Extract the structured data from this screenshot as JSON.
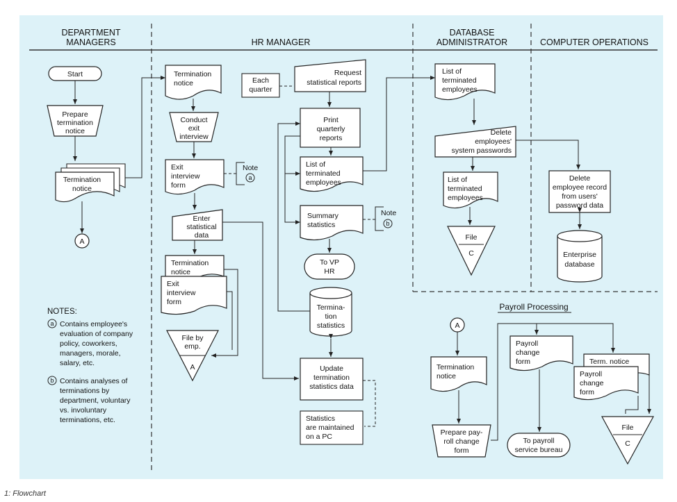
{
  "columns": {
    "dept_managers": [
      "DEPARTMENT",
      "MANAGERS"
    ],
    "hr_manager": "HR MANAGER",
    "db_admin": [
      "DATABASE",
      "ADMINISTRATOR"
    ],
    "computer_ops": "COMPUTER OPERATIONS"
  },
  "dept": {
    "start": "Start",
    "prepare": [
      "Prepare",
      "termination",
      "notice"
    ],
    "termination_notice": [
      "Termination",
      "notice"
    ],
    "connector_a": "A"
  },
  "notes": {
    "heading": "NOTES:",
    "a_marker": "a",
    "a_text": [
      "Contains employee's",
      "evaluation of company",
      "policy, coworkers,",
      "managers, morale,",
      "salary, etc."
    ],
    "b_marker": "b",
    "b_text": [
      "Contains analyses of",
      "terminations by",
      "department, voluntary",
      "vs. involuntary",
      "terminations, etc."
    ]
  },
  "hr": {
    "termination_notice": [
      "Termination",
      "notice"
    ],
    "conduct": [
      "Conduct",
      "exit",
      "interview"
    ],
    "exit_form": [
      "Exit",
      "interview",
      "form"
    ],
    "note_a": [
      "Note",
      "a"
    ],
    "enter": [
      "Enter",
      "statistical",
      "data"
    ],
    "stack_notice": [
      "Termination",
      "notice"
    ],
    "stack_exit": [
      "Exit",
      "interview",
      "form"
    ],
    "file_by_emp": [
      "File by",
      "emp.",
      "A"
    ],
    "each_quarter": [
      "Each",
      "quarter"
    ],
    "request": [
      "Request",
      "statistical reports"
    ],
    "print": [
      "Print",
      "quarterly",
      "reports"
    ],
    "list_terminated": [
      "List of",
      "terminated",
      "employees"
    ],
    "summary": [
      "Summary",
      "statistics"
    ],
    "note_b": [
      "Note",
      "b"
    ],
    "to_vp": [
      "To VP",
      "HR"
    ],
    "termination_stats": [
      "Termina-",
      "tion",
      "statistics"
    ],
    "update": [
      "Update",
      "termination",
      "statistics data"
    ],
    "pc_note": [
      "Statistics",
      "are maintained",
      "on a PC"
    ]
  },
  "dba": {
    "list": [
      "List of",
      "terminated",
      "employees"
    ],
    "delete": [
      "Delete",
      "employees'",
      "system passwords"
    ],
    "list2": [
      "List of",
      "terminated",
      "employees"
    ],
    "file": [
      "File",
      "C"
    ]
  },
  "ops": {
    "delete_record": [
      "Delete",
      "employee record",
      "from users'",
      "password data"
    ],
    "enterprise_db": [
      "Enterprise",
      "database"
    ]
  },
  "payroll": {
    "title": "Payroll Processing",
    "connector_a": "A",
    "termination_notice": [
      "Termination",
      "notice"
    ],
    "prepare_change": [
      "Prepare pay-",
      "roll change",
      "form"
    ],
    "change_form": [
      "Payroll",
      "change",
      "form"
    ],
    "to_bureau": [
      "To payroll",
      "service bureau"
    ],
    "term_notice": "Term. notice",
    "change_form2": [
      "Payroll",
      "change",
      "form"
    ],
    "file": [
      "File",
      "C"
    ]
  },
  "caption": "1: Flowchart"
}
